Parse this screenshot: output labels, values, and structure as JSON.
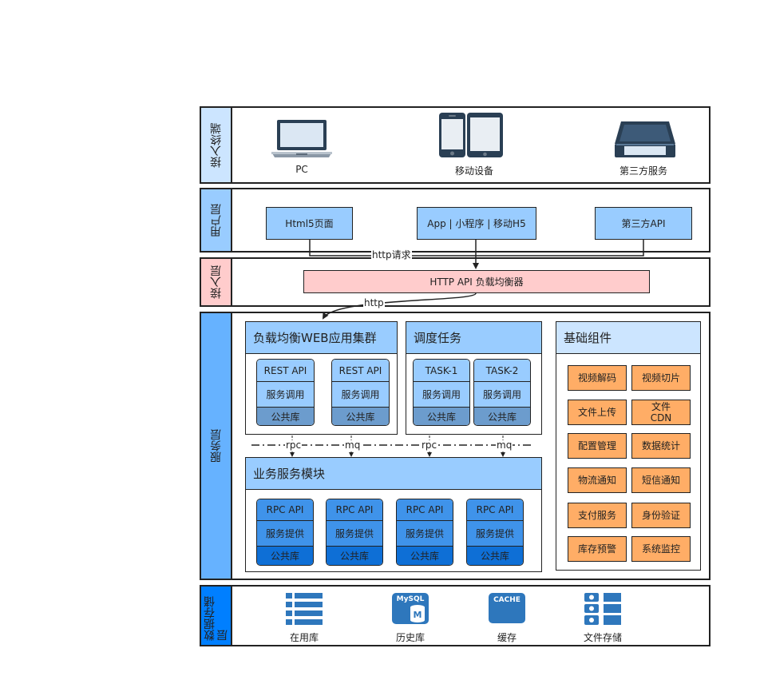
{
  "layers": {
    "terminal": "接入终端",
    "user": "用户层",
    "access": "接入层",
    "service": "服务层",
    "storage": "数据存储层"
  },
  "terminals": [
    {
      "label": "PC",
      "icon": "laptop-icon"
    },
    {
      "label": "移动设备",
      "icon": "mobile-devices-icon"
    },
    {
      "label": "第三方服务",
      "icon": "third-party-device-icon"
    }
  ],
  "user_boxes": [
    "Html5页面",
    "App | 小程序 | 移动H5",
    "第三方API"
  ],
  "edges": {
    "http_request": "http请求",
    "http": "http",
    "rpc": "rpc",
    "mq": "mq"
  },
  "load_balancer": "HTTP API 负载均衡器",
  "cluster": {
    "title": "负载均衡WEB应用集群",
    "items": [
      {
        "top": "REST API",
        "mid": "服务调用",
        "bot": "公共库"
      },
      {
        "top": "REST API",
        "mid": "服务调用",
        "bot": "公共库"
      }
    ]
  },
  "scheduler": {
    "title": "调度任务",
    "items": [
      {
        "top": "TASK-1",
        "mid": "服务调用",
        "bot": "公共库"
      },
      {
        "top": "TASK-2",
        "mid": "服务调用",
        "bot": "公共库"
      }
    ]
  },
  "business": {
    "title": "业务服务模块",
    "items": [
      {
        "top": "RPC API",
        "mid": "服务提供",
        "bot": "公共库"
      },
      {
        "top": "RPC API",
        "mid": "服务提供",
        "bot": "公共库"
      },
      {
        "top": "RPC API",
        "mid": "服务提供",
        "bot": "公共库"
      },
      {
        "top": "RPC API",
        "mid": "服务提供",
        "bot": "公共库"
      }
    ]
  },
  "base": {
    "title": "基础组件",
    "items": [
      "视频解码",
      "视频切片",
      "文件上传",
      "文件\nCDN",
      "配置管理",
      "数据统计",
      "物流通知",
      "短信通知",
      "支付服务",
      "身份验证",
      "库存预警",
      "系统监控"
    ]
  },
  "storage_items": [
    {
      "label": "在用库",
      "icon": "database-list-icon"
    },
    {
      "label": "历史库",
      "icon": "mysql-icon",
      "icon_text": "MySQL",
      "icon_sub": "M"
    },
    {
      "label": "缓存",
      "icon": "cache-icon",
      "icon_text": "CACHE"
    },
    {
      "label": "文件存储",
      "icon": "file-storage-icon"
    }
  ],
  "colors": {
    "light_blue": "#99ccff",
    "pale_blue": "#cce5ff",
    "mid_blue": "#66b2ff",
    "deep_blue": "#007fff",
    "pink": "#ffcccc",
    "orange": "#ffad66",
    "icon_dark": "#2a3f54",
    "icon_blue": "#2e77bc"
  }
}
